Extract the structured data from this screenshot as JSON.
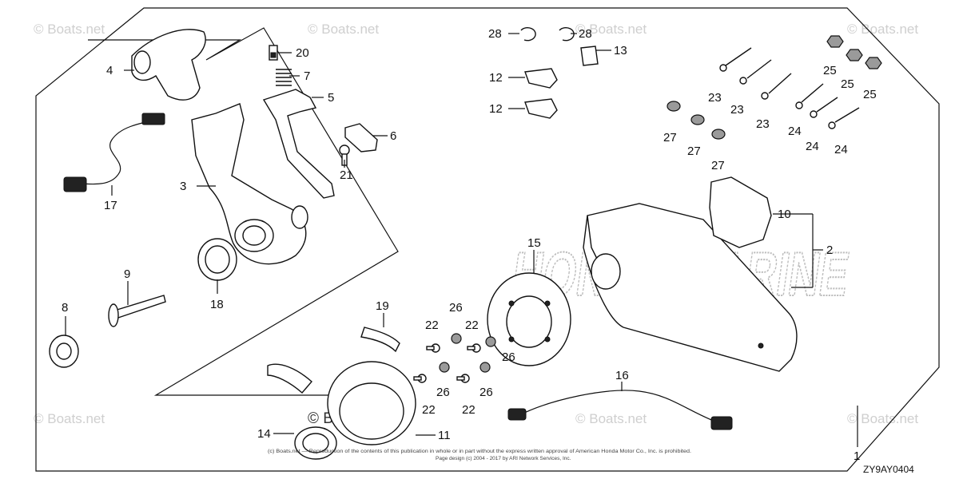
{
  "watermark": "© Boats.net",
  "brand_background": "HONDA MARINE",
  "drawing_code": "ZY9AY0404",
  "copyright_line1": "(c) Boats.net — Reproduction of the contents of this publication in whole or in part without the express written approval of American Honda Motor Co., Inc. is prohibited.",
  "copyright_line2": "Page design (c) 2004 - 2017 by ARI Network Services, Inc.",
  "callouts": {
    "c1": "1",
    "c2": "2",
    "c3": "3",
    "c4": "4",
    "c5": "5",
    "c6": "6",
    "c7": "7",
    "c8": "8",
    "c9": "9",
    "c10": "10",
    "c11": "11",
    "c12a": "12",
    "c12b": "12",
    "c13": "13",
    "c14": "14",
    "c15": "15",
    "c16": "16",
    "c17": "17",
    "c18": "18",
    "c19": "19",
    "c20": "20",
    "c21": "21",
    "c22a": "22",
    "c22b": "22",
    "c22c": "22",
    "c22d": "22",
    "c23a": "23",
    "c23b": "23",
    "c23c": "23",
    "c24a": "24",
    "c24b": "24",
    "c24c": "24",
    "c25a": "25",
    "c25b": "25",
    "c25c": "25",
    "c26a": "26",
    "c26b": "26",
    "c26c": "26",
    "c26d": "26",
    "c27a": "27",
    "c27b": "27",
    "c27c": "27",
    "c28a": "28",
    "c28b": "28"
  }
}
